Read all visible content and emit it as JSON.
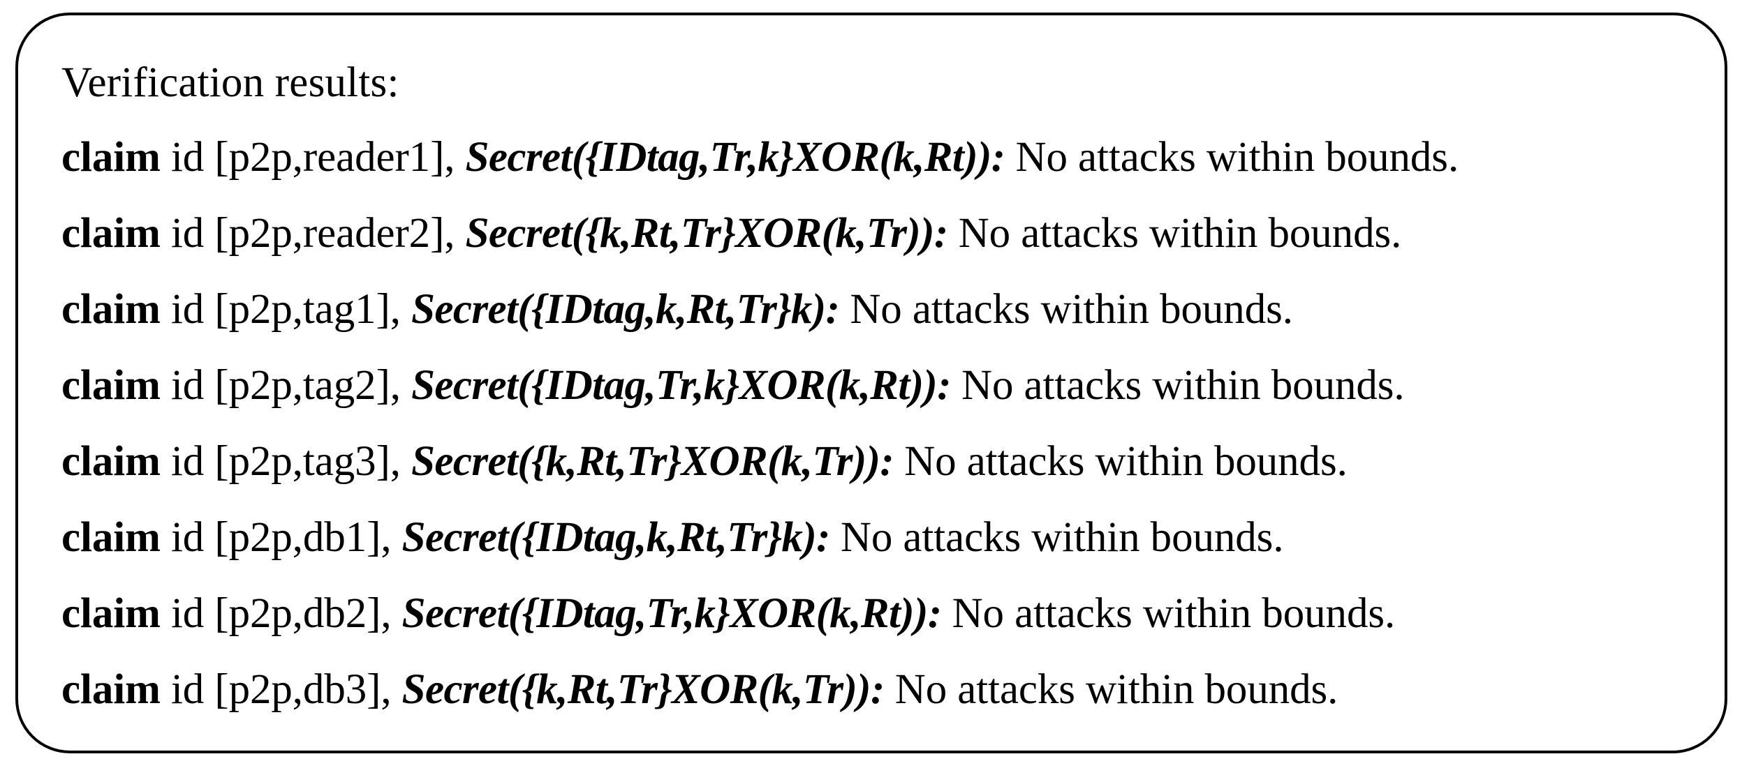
{
  "figure": {
    "heading": "Verification results:",
    "box_border_color": "#000000",
    "background_color": "#ffffff",
    "text_color": "#000000",
    "keyword": "claim",
    "claims": [
      {
        "keyword": "claim",
        "id": "id [p2p,reader1],",
        "secret": "Secret({IDtag,Tr,k}XOR(k,Rt)):",
        "result": "No attacks within bounds."
      },
      {
        "keyword": "claim",
        "id": "id [p2p,reader2],",
        "secret": "Secret({k,Rt,Tr}XOR(k,Tr)):",
        "result": "No attacks within bounds."
      },
      {
        "keyword": "claim",
        "id": "id [p2p,tag1],",
        "secret": "Secret({IDtag,k,Rt,Tr}k):",
        "result": "No attacks within bounds."
      },
      {
        "keyword": "claim",
        "id": "id [p2p,tag2],",
        "secret": "Secret({IDtag,Tr,k}XOR(k,Rt)):",
        "result": "No attacks within bounds."
      },
      {
        "keyword": "claim",
        "id": "id [p2p,tag3],",
        "secret": "Secret({k,Rt,Tr}XOR(k,Tr)):",
        "result": "No attacks within bounds."
      },
      {
        "keyword": "claim",
        "id": "id [p2p,db1],",
        "secret": "Secret({IDtag,k,Rt,Tr}k):",
        "result": "No attacks within bounds."
      },
      {
        "keyword": "claim",
        "id": "id [p2p,db2],",
        "secret": "Secret({IDtag,Tr,k}XOR(k,Rt)):",
        "result": "No attacks within bounds."
      },
      {
        "keyword": "claim",
        "id": "id [p2p,db3],",
        "secret": "Secret({k,Rt,Tr}XOR(k,Tr)):",
        "result": "No attacks within bounds."
      }
    ]
  }
}
